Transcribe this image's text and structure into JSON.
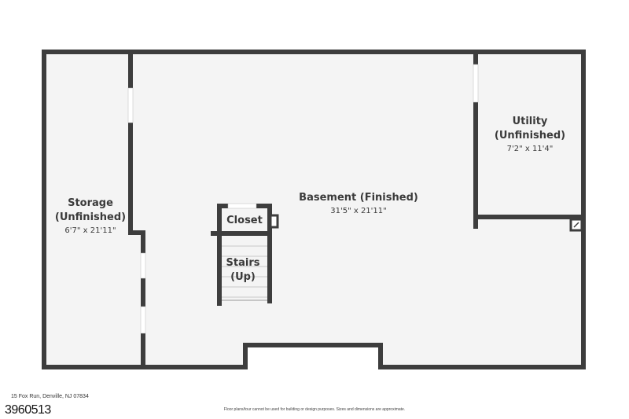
{
  "rooms": {
    "storage": {
      "name_line1": "Storage",
      "name_line2": "(Unfinished)",
      "dimensions": "6'7\" x 21'11\""
    },
    "basement": {
      "name": "Basement (Finished)",
      "dimensions": "31'5\" x 21'11\""
    },
    "utility": {
      "name_line1": "Utility",
      "name_line2": "(Unfinished)",
      "dimensions": "7'2\" x 11'4\""
    },
    "closet": {
      "name": "Closet"
    },
    "stairs": {
      "name_line1": "Stairs",
      "name_line2": "(Up)"
    }
  },
  "footer": {
    "address": "15 Fox Run, Denville, NJ 07834",
    "listing_id": "3960513",
    "disclaimer": "Floor plans/tour cannot be used for building or design purposes. Sizes and dimensions are approximate."
  },
  "colors": {
    "wall": "#3d3d3d",
    "floor": "#f4f4f4",
    "window": "#ffffff"
  }
}
